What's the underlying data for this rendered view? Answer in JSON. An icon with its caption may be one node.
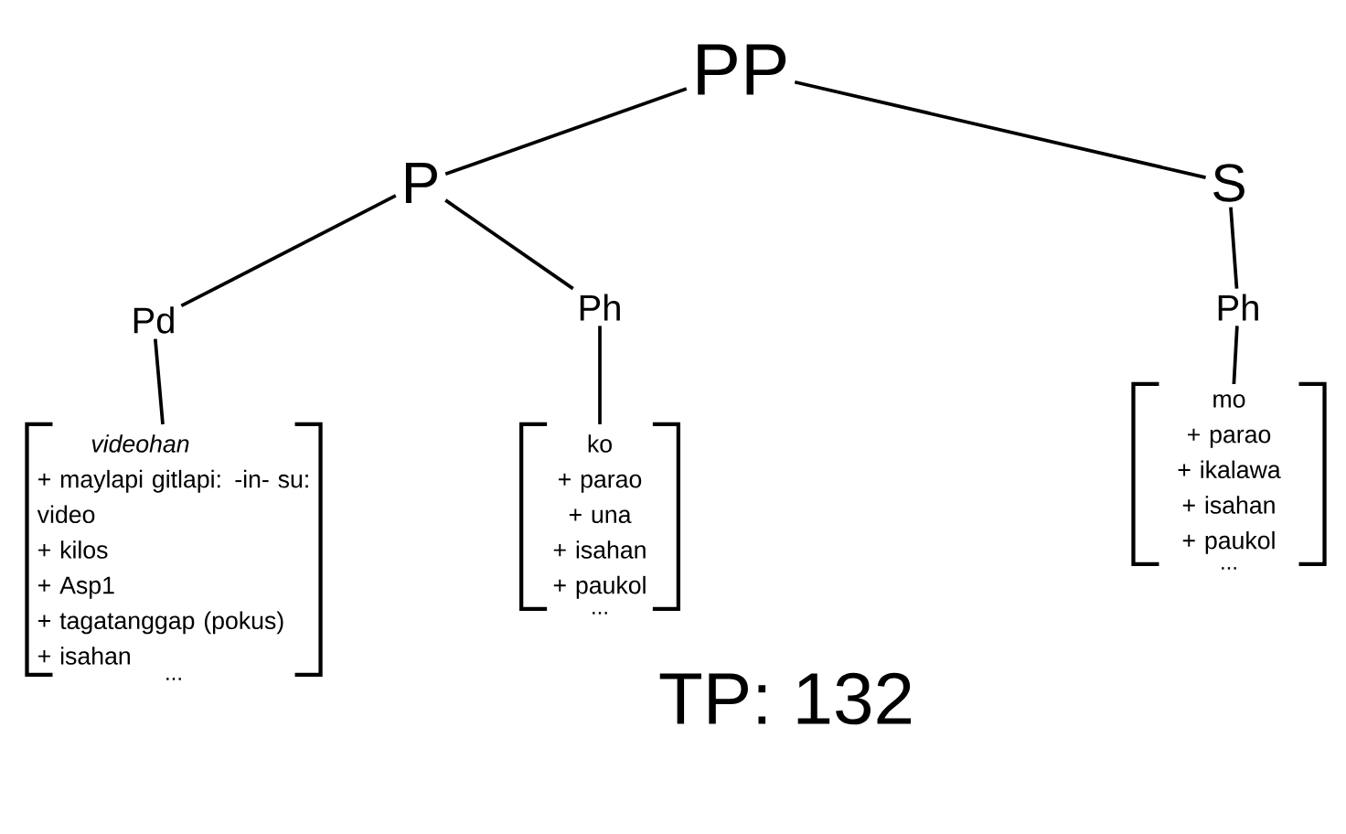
{
  "diagram": {
    "nodes": [
      {
        "text": [
          "PP"
        ]
      },
      {
        "text": [
          "P"
        ]
      },
      {
        "text": [
          "S"
        ]
      },
      {
        "text": [
          "Pd"
        ]
      },
      {
        "text": [
          "Ph"
        ]
      },
      {
        "text": [
          "Ph"
        ]
      },
      {
        "text": [
          "videohan",
          "+ maylapi gitlapi: -in- su: video",
          "+ kilos",
          "+ Asp1",
          "+ tagatanggap (pokus)",
          "+ isahan",
          "..."
        ]
      },
      {
        "text": [
          "ko",
          "+ parao",
          "+ una",
          "+ isahan",
          "+ paukol",
          "..."
        ]
      },
      {
        "text": [
          "mo",
          "+ parao",
          "+ ikalawa",
          "+ isahan",
          "+ paukol",
          "..."
        ]
      }
    ],
    "edges": [
      {
        "from": 0,
        "to": 1,
        "arrow": "none"
      },
      {
        "from": 0,
        "to": 2,
        "arrow": "none"
      },
      {
        "from": 1,
        "to": 3,
        "arrow": "none"
      },
      {
        "from": 1,
        "to": 4,
        "arrow": "none"
      },
      {
        "from": 2,
        "to": 5,
        "arrow": "none"
      },
      {
        "from": 3,
        "to": 6,
        "arrow": "none"
      },
      {
        "from": 4,
        "to": 7,
        "arrow": "none"
      },
      {
        "from": 5,
        "to": 8,
        "arrow": "none"
      }
    ],
    "labels": [
      "TP: 132"
    ]
  }
}
